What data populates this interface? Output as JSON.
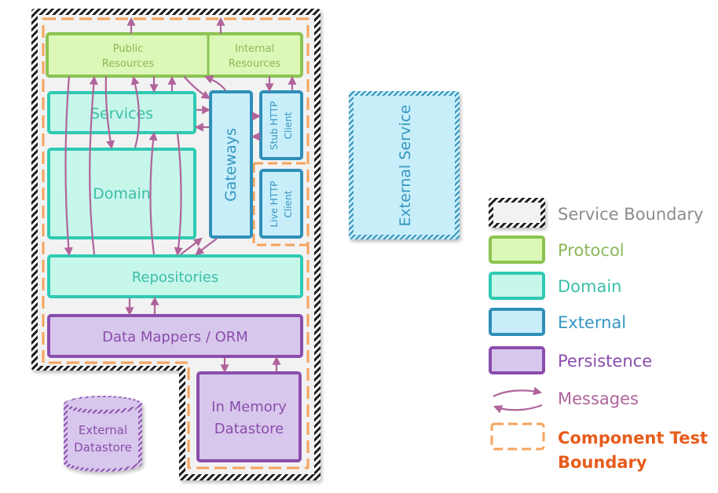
{
  "diagram": {
    "boxes": {
      "public_resources": [
        "Public",
        "Resources"
      ],
      "internal_resources": [
        "Internal",
        "Resources"
      ],
      "services": "Services",
      "domain": "Domain",
      "gateways": "Gateways",
      "stub_http_client": [
        "Stub HTTP",
        "Client"
      ],
      "live_http_client": [
        "Live HTTP",
        "Client"
      ],
      "repositories": "Repositories",
      "data_mappers": "Data Mappers / ORM",
      "in_memory_datastore": [
        "In Memory",
        "Datastore"
      ],
      "external_datastore": [
        "External",
        "Datastore"
      ],
      "external_service": "External Service"
    }
  },
  "legend": {
    "items": [
      {
        "label": "Service Boundary"
      },
      {
        "label": "Protocol"
      },
      {
        "label": "Domain"
      },
      {
        "label": "External"
      },
      {
        "label": "Persistence"
      },
      {
        "label": "Messages"
      },
      {
        "label": "Component Test",
        "label2": "Boundary"
      }
    ]
  },
  "colors": {
    "protocol_fill": "#dbf8b6",
    "protocol_stroke": "#8cc352",
    "protocol_text": "#8cb85a",
    "domain_fill": "#c7f6ea",
    "domain_stroke": "#2fcab2",
    "domain_text": "#3abfa9",
    "external_fill": "#c8eefa",
    "external_stroke": "#2f8fb8",
    "external_text": "#3697c0",
    "persistence_fill": "#d8c7ec",
    "persistence_stroke": "#8a4dad",
    "persistence_text": "#8a4dad",
    "messages": "#b0649b",
    "component_boundary": "#f5a35c",
    "component_text": "#e85c1c"
  }
}
